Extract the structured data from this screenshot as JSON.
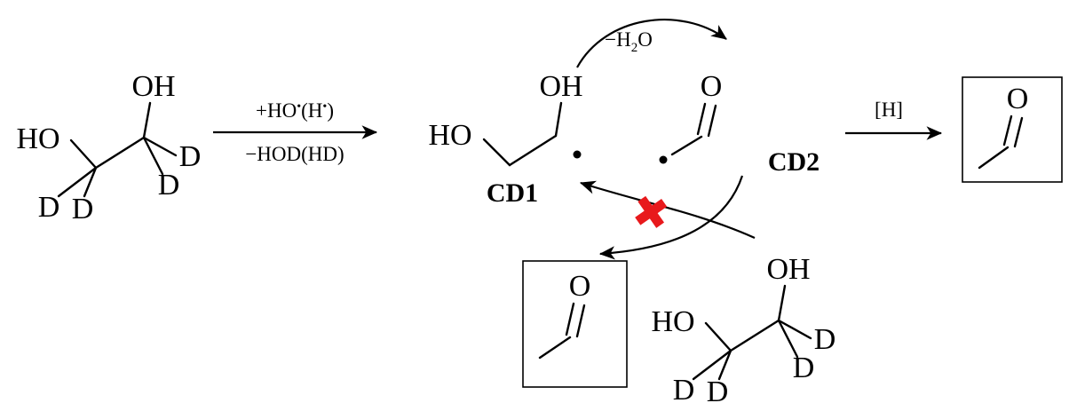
{
  "atoms": {
    "oh": "OH",
    "ho": "HO",
    "d": "D",
    "o": "O"
  },
  "species_labels": {
    "cd1": "CD1",
    "cd2": "CD2"
  },
  "arrow_labels": {
    "step1_top_pre": "+HO",
    "step1_top_mid": "(H",
    "step1_top_end": ")",
    "radical_dot": "•",
    "step1_bottom": "−HOD(HD)",
    "dehydration_pre": "−H",
    "dehydration_sub": "2",
    "dehydration_post": "O",
    "reduction": "[H]"
  },
  "icons": {
    "blocked_cross": "✖"
  },
  "colors": {
    "cross_red": "#e8191c",
    "ink": "#000000"
  }
}
